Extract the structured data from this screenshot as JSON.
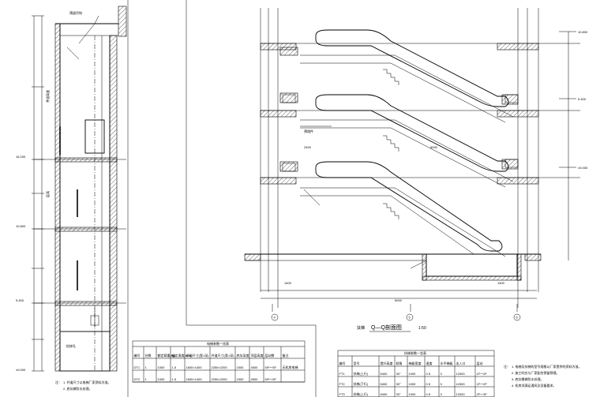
{
  "section_title": "Q—Q剖面图",
  "section_scale": "1:50",
  "section_prefix": "扶梯",
  "axis_markers": [
    "4",
    "5",
    "6"
  ],
  "dimensions": {
    "bottom_span": "5000",
    "bottom_left": "1400",
    "bottom_right": "1400"
  },
  "elevator_table": {
    "title": "电梯参数一览表",
    "headers": [
      "编号",
      "台数",
      "额定载重(kg)",
      "额定速度(m/s)",
      "轿厢尺寸(宽×深)",
      "井道尺寸(宽×深)",
      "底坑深度",
      "顶层高度",
      "层站数",
      "备注"
    ],
    "rows": [
      [
        "DT1",
        "1",
        "1000",
        "1.5",
        "1600×1400",
        "2250×2200",
        "1500",
        "4500",
        "5/F～5F",
        "无机房电梯"
      ],
      [
        "DT2",
        "1",
        "1000",
        "1.5",
        "1600×1400",
        "2250×2200",
        "1500",
        "4500",
        "5/F～5F",
        ""
      ]
    ]
  },
  "escalator_table": {
    "title": "扶梯参数一览表",
    "headers": [
      "编号",
      "型号",
      "提升高度",
      "倾角",
      "梯级宽度",
      "速度",
      "水平梯级",
      "出入口",
      "层站"
    ],
    "rows": [
      [
        "FT1",
        "扶梯(上行)",
        "5400",
        "30°",
        "1000",
        "0.5",
        "3",
        "12000",
        "1F～2F"
      ],
      [
        "FT2",
        "扶梯(下行)",
        "5400",
        "30°",
        "1000",
        "0.5",
        "3",
        "12000",
        "1F～2F"
      ],
      [
        "FT3",
        "扶梯(上行)",
        "5400",
        "30°",
        "1000",
        "0.5",
        "3",
        "12000",
        "2F～3F"
      ]
    ]
  },
  "notes_label": "注：",
  "notes": [
    "1. 电梯及扶梯的型号规格以厂家提供的资料为准。",
    "2. 施工时应与厂家配合预留预埋。",
    "3. 底坑需做防水处理。",
    "4. 机房须满足通风及设备要求。"
  ],
  "left_notes_label": "注：",
  "left_notes": [
    "1. 井道尺寸以电梯厂家资料为准。",
    "2. 底坑做防水处理。"
  ],
  "elevations": [
    "±0.000",
    "5.400",
    "10.800",
    "16.200"
  ],
  "callouts": [
    "预留吊钩",
    "检修孔",
    "预埋件"
  ]
}
